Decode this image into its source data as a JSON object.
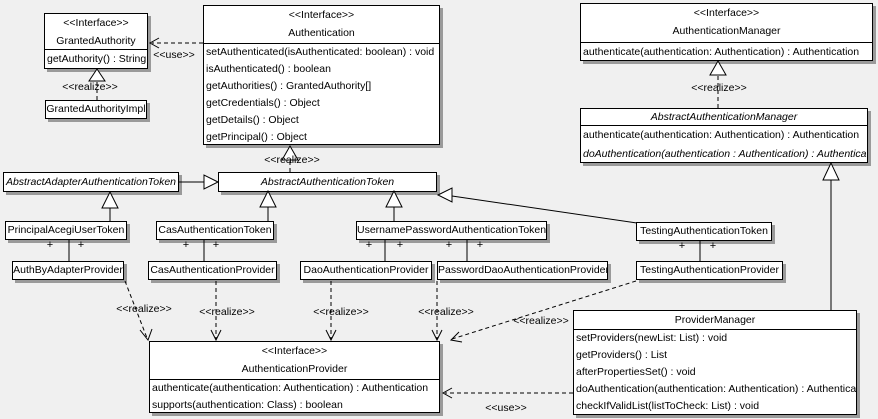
{
  "diagram": {
    "background_color": "#f0f0f0",
    "box_fill_color": "#ffffff",
    "line_color": "#000000",
    "shadow_color": "#9a9a9a"
  },
  "labels": {
    "realize": "<<realize>>",
    "use": "<<use>>",
    "plus": "+"
  },
  "classes": {
    "granted_authority": {
      "stereotype": "<<Interface>>",
      "name": "GrantedAuthority",
      "methods": [
        "getAuthority() : String"
      ]
    },
    "granted_authority_impl": {
      "name": "GrantedAuthorityImpl"
    },
    "authentication": {
      "stereotype": "<<Interface>>",
      "name": "Authentication",
      "methods": [
        "setAuthenticated(isAuthenticated: boolean) : void",
        "isAuthenticated() : boolean",
        "getAuthorities() : GrantedAuthority[]",
        "getCredentials() : Object",
        "getDetails() : Object",
        "getPrincipal() : Object"
      ]
    },
    "authentication_manager": {
      "stereotype": "<<Interface>>",
      "name": "AuthenticationManager",
      "methods": [
        "authenticate(authentication: Authentication) : Authentication"
      ]
    },
    "abstract_authentication_manager": {
      "name": "AbstractAuthenticationManager",
      "methods": [
        "authenticate(authentication: Authentication) : Authentication",
        "doAuthentication(authentication : Authentication) : Authentication"
      ]
    },
    "abstract_adapter_authentication_token": {
      "name": "AbstractAdapterAuthenticationToken"
    },
    "abstract_authentication_token": {
      "name": "AbstractAuthenticationToken"
    },
    "principal_acegi_user_token": {
      "name": "PrincipalAcegiUserToken"
    },
    "cas_authentication_token": {
      "name": "CasAuthenticationToken"
    },
    "username_password_authentication_token": {
      "name": "UsernamePasswordAuthenticationToken"
    },
    "testing_authentication_token": {
      "name": "TestingAuthenticationToken"
    },
    "auth_by_adapter_provider": {
      "name": "AuthByAdapterProvider"
    },
    "cas_authentication_provider": {
      "name": "CasAuthenticationProvider"
    },
    "dao_authentication_provider": {
      "name": "DaoAuthenticationProvider"
    },
    "password_dao_authentication_provider": {
      "name": "PasswordDaoAuthenticationProvider"
    },
    "testing_authentication_provider": {
      "name": "TestingAuthenticationProvider"
    },
    "provider_manager": {
      "name": "ProviderManager",
      "methods": [
        "setProviders(newList: List) : void",
        "getProviders() : List",
        "afterPropertiesSet() : void",
        "doAuthentication(authentication: Authentication) : Authentication",
        "checkIfValidList(listToCheck: List) : void"
      ]
    },
    "authentication_provider": {
      "stereotype": "<<Interface>>",
      "name": "AuthenticationProvider",
      "methods": [
        "authenticate(authentication: Authentication) : Authentication",
        "supports(authentication: Class) : boolean"
      ]
    }
  }
}
